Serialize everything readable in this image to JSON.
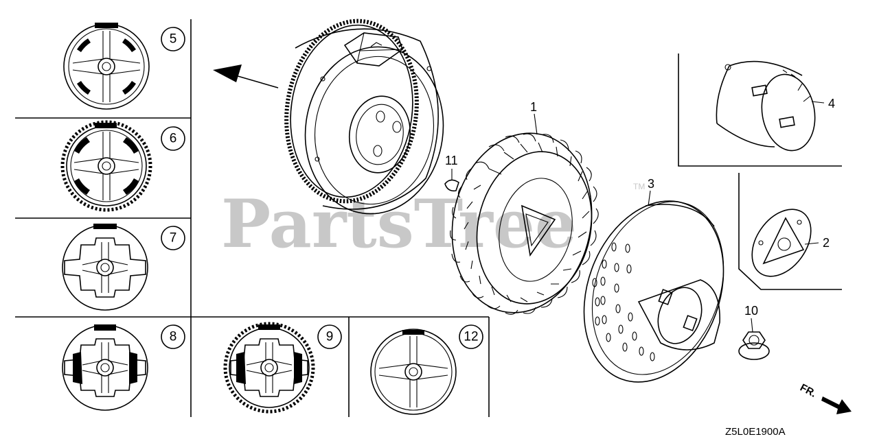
{
  "watermark": {
    "text": "PartsTree",
    "trademark": "TM"
  },
  "figure_code": "Z5L0E1900A",
  "front_indicator": "FR.",
  "variant_panels": [
    {
      "number": "5"
    },
    {
      "number": "6"
    },
    {
      "number": "7"
    },
    {
      "number": "8"
    },
    {
      "number": "9"
    },
    {
      "number": "12"
    }
  ],
  "callouts": {
    "p1": "1",
    "p2": "2",
    "p3": "3",
    "p4": "4",
    "p10": "10",
    "p11": "11"
  }
}
